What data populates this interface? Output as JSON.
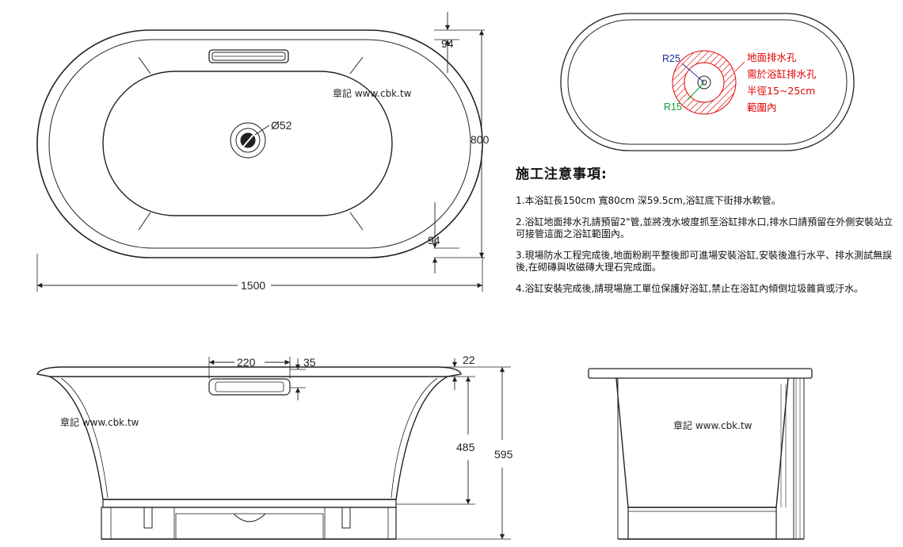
{
  "top_view": {
    "watermark": "章記 www.cbk.tw",
    "dim_rim_top": "94",
    "dim_rim_bottom": "94",
    "dim_width": "800",
    "dim_length": "1500",
    "dim_drain": "Ø52"
  },
  "drain_detail": {
    "r_outer": "R25",
    "r_inner": "R15",
    "note_lines": [
      "地面排水孔",
      "需於浴缸排水孔",
      "半徑15~25cm",
      "範圍內"
    ]
  },
  "notes": {
    "title": "施工注意事項:",
    "items": [
      "1.本浴缸長150cm 寬80cm 深59.5cm,浴缸底下街排水軟管。",
      "2.浴缸地面排水孔請預留2\"管,並將洩水坡度抓至浴缸排水口,排水口請預留在外側安裝站立可接管這面之浴缸範圍內。",
      "3.現場防水工程完成後,地面粉刷平整後即可進場安裝浴缸,安裝後進行水平、排水測試無誤後,在砌磚與收磁磚大理石完成面。",
      "4.浴缸安裝完成後,請現場施工單位保護好浴缸,禁止在浴缸內傾倒垃圾雜貨或汙水。"
    ]
  },
  "side_view": {
    "dim_handle_width": "220",
    "dim_handle_height": "35",
    "dim_rim_thickness": "22",
    "dim_inner_depth": "485",
    "dim_total_height": "595",
    "watermark": "章記 www.cbk.tw"
  },
  "end_view": {
    "watermark": "章記 www.cbk.tw"
  }
}
